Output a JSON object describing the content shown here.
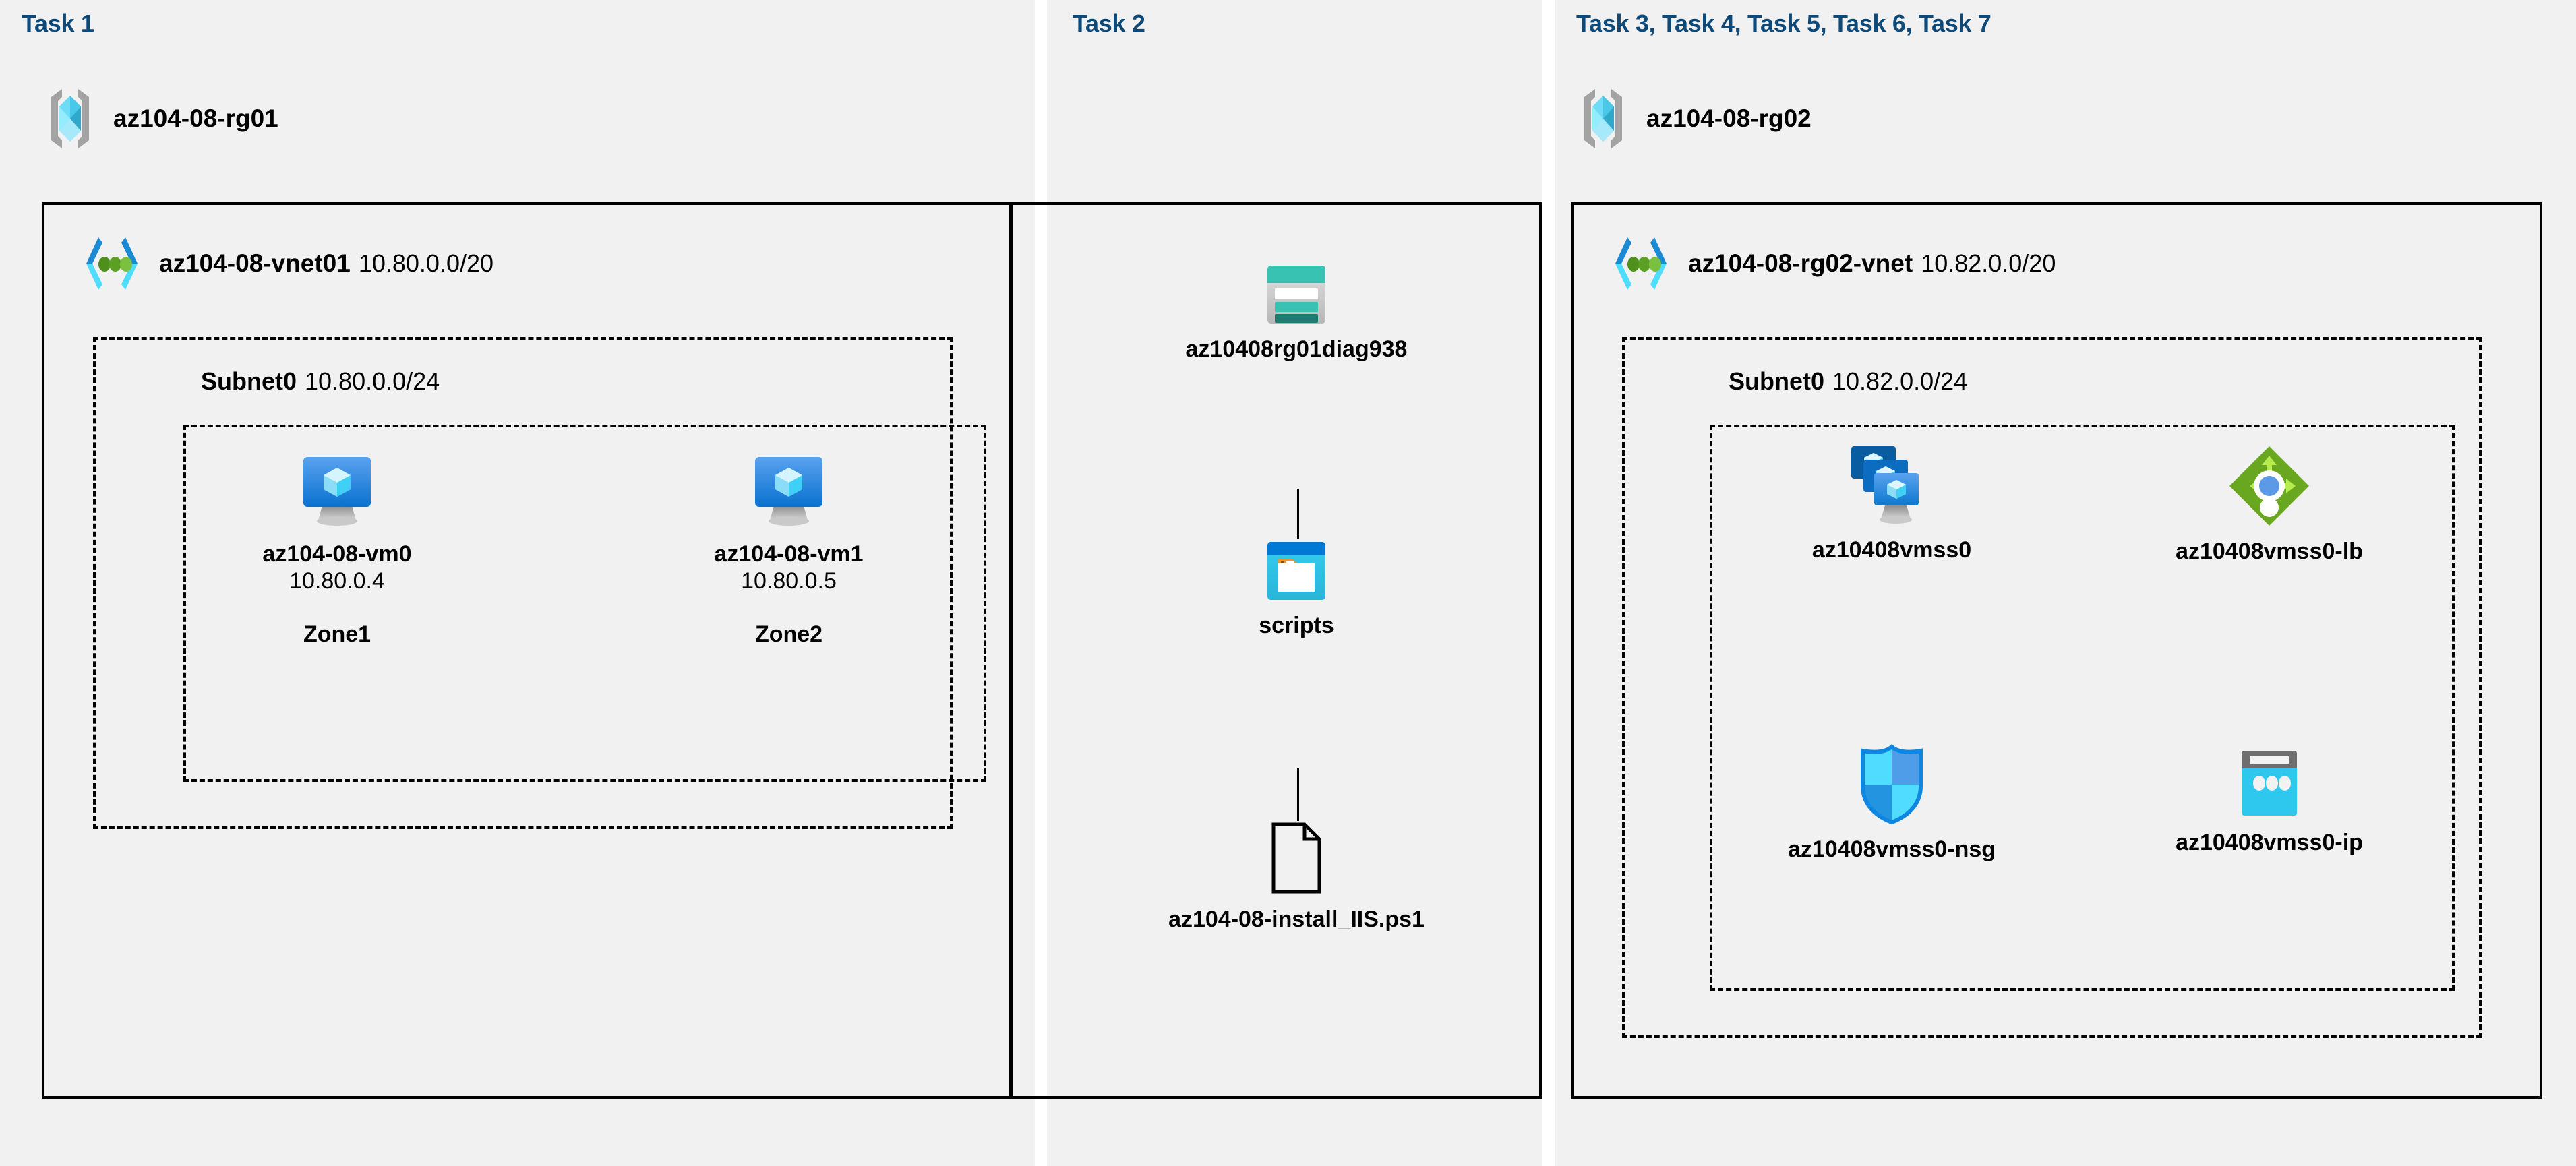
{
  "panels": [
    {
      "task_label": "Task 1"
    },
    {
      "task_label": "Task 2"
    },
    {
      "task_label": "Task 3, Task 4, Task 5, Task 6, Task 7"
    }
  ],
  "task1": {
    "task_label": "Task 1",
    "resource_group": {
      "name": "az104-08-rg01",
      "icon": "resource-group-icon"
    },
    "vnet": {
      "name": "az104-08-vnet01",
      "cidr": "10.80.0.0/20",
      "icon": "virtual-network-icon"
    },
    "subnet": {
      "name": "Subnet0",
      "cidr": "10.80.0.0/24"
    },
    "vms": [
      {
        "name": "az104-08-vm0",
        "ip": "10.80.0.4",
        "zone": "Zone1",
        "icon": "virtual-machine-icon"
      },
      {
        "name": "az104-08-vm1",
        "ip": "10.80.0.5",
        "zone": "Zone2",
        "icon": "virtual-machine-icon"
      }
    ]
  },
  "task2": {
    "task_label": "Task 2",
    "storage_account": {
      "name": "az10408rg01diag938",
      "icon": "storage-account-icon"
    },
    "container": {
      "name": "scripts",
      "icon": "blob-container-icon"
    },
    "file": {
      "name": "az104-08-install_IIS.ps1",
      "icon": "file-icon"
    }
  },
  "task3": {
    "task_label": "Task 3, Task 4, Task 5, Task 6, Task 7",
    "resource_group": {
      "name": "az104-08-rg02",
      "icon": "resource-group-icon"
    },
    "vnet": {
      "name": "az104-08-rg02-vnet",
      "cidr": "10.82.0.0/20",
      "icon": "virtual-network-icon"
    },
    "subnet": {
      "name": "Subnet0",
      "cidr": "10.82.0.0/24"
    },
    "resources": [
      {
        "name": "az10408vmss0",
        "icon": "vm-scale-set-icon"
      },
      {
        "name": "az10408vmss0-lb",
        "icon": "load-balancer-icon"
      },
      {
        "name": "az10408vmss0-nsg",
        "icon": "network-security-group-icon"
      },
      {
        "name": "az10408vmss0-ip",
        "icon": "public-ip-address-icon"
      }
    ]
  },
  "colors": {
    "task_heading": "#0d4a7a",
    "panel_background": "#f1f1f1",
    "page_background": "#ffffff",
    "border": "#000000",
    "azure_blue": "#0078d4",
    "cyan": "#32c8f0",
    "light_cyan": "#9cebff",
    "teal": "#37c2b1",
    "dark_teal": "#1e7d71",
    "green": "#6eb523",
    "light_green": "#b4ec4a",
    "gray": "#9e9e9e",
    "orange": "#f7941e"
  }
}
